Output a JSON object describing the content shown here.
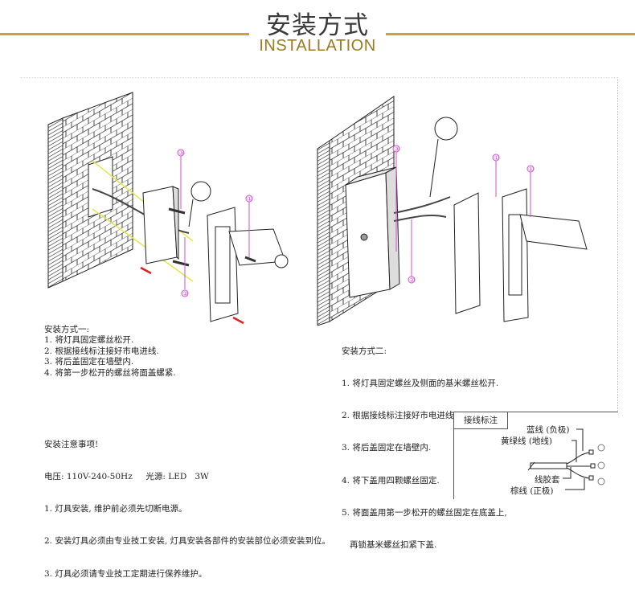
{
  "header": {
    "title": "安装方式",
    "subtitle": "INSTALLATION"
  },
  "method_one": {
    "heading": "安装方式一:",
    "steps": [
      "1. 将灯具固定螺丝松开.",
      "2. 根据接线标注接好市电进线.",
      "3. 将后盖固定在墙壁内.",
      "4. 将第一步松开的螺丝将面盖螺紧."
    ],
    "callouts": [
      "③",
      "①",
      "②"
    ]
  },
  "method_two": {
    "heading": "安装方式二:",
    "steps": [
      "1. 将灯具固定螺丝及侧面的基米螺丝松开.",
      "2. 根据接线标注接好市电进线.",
      "3. 将后盖固定在墙壁内.",
      "4. 将下盖用四颗螺丝固定.",
      "5. 将面盖用第一步松开的螺丝固定在底盖上,",
      "   再锁基米螺丝扣紧下盖."
    ],
    "callouts": [
      "③",
      "②",
      "①",
      "①"
    ]
  },
  "notes": {
    "heading": "安装注意事项!",
    "spec": "电压: 110V-240-50Hz     光源: LED   3W",
    "items": [
      "1. 灯具安装, 维护前必须先切断电源。",
      "2. 安装灯具必须由专业技工安装, 灯具安装各部件的安装部位必须安装到位。",
      "3. 灯具必须请专业技工定期进行保养维护。"
    ]
  },
  "wiring": {
    "title": "接线标注",
    "blue": "蓝线 (负极)",
    "yellow_green": "黄绿线 (地线)",
    "sleeve": "线胶套",
    "brown": "棕线 (正极)"
  },
  "colors": {
    "gold": "#c9a43a",
    "callout": "#d24fd2",
    "guide": "#e6e64a",
    "arrow": "#e02020"
  }
}
